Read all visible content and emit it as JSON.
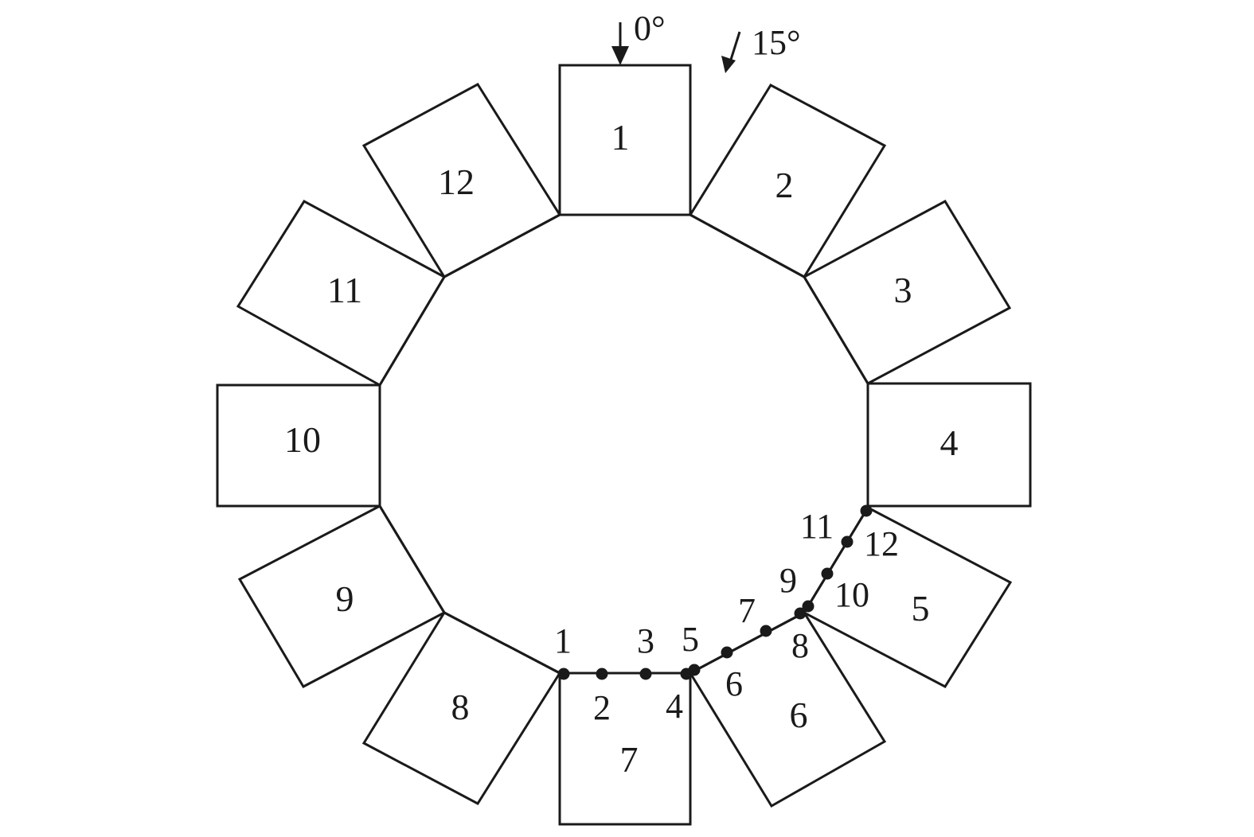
{
  "diagram": {
    "angle_labels": {
      "zero": "0°",
      "fifteen": "15°"
    },
    "box_labels": [
      "1",
      "2",
      "3",
      "4",
      "5",
      "6",
      "7",
      "8",
      "9",
      "10",
      "11",
      "12"
    ],
    "point_labels": [
      "1",
      "2",
      "3",
      "4",
      "5",
      "6",
      "7",
      "8",
      "9",
      "10",
      "11",
      "12"
    ],
    "colors": {
      "stroke": "#1a1a1a",
      "background": "#ffffff"
    }
  }
}
